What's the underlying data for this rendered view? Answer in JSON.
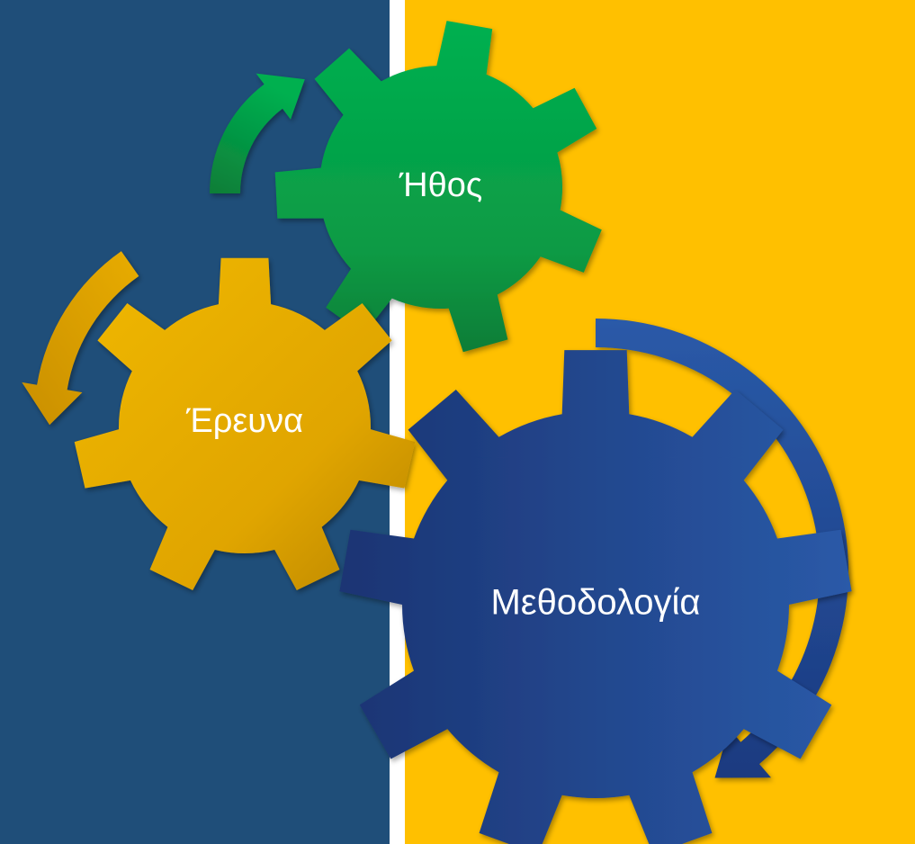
{
  "colors": {
    "left_panel": "#1f4e79",
    "right_panel": "#ffc000",
    "divider": "#ffffff",
    "ethos_gear": "#00a34a",
    "research_gear": "#e6ac00",
    "methodology_gear": "#203f86"
  },
  "gears": {
    "ethos": {
      "label": "Ήθος",
      "icon": "gear-icon"
    },
    "research": {
      "label": "Έρευνα",
      "icon": "gear-icon"
    },
    "methodology": {
      "label": "Μεθοδολογία",
      "icon": "gear-icon"
    }
  },
  "arrows": {
    "green": "curved-arrow-icon",
    "gold": "curved-arrow-icon",
    "blue": "curved-arrow-icon"
  }
}
